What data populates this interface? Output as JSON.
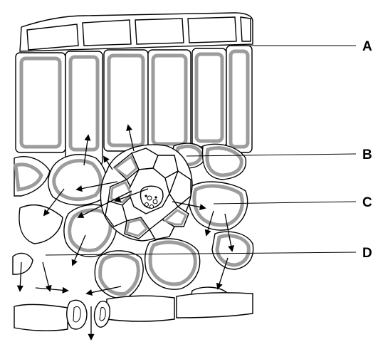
{
  "labels": [
    {
      "id": "A",
      "text": "A"
    },
    {
      "id": "B",
      "text": "B"
    },
    {
      "id": "C",
      "text": "C"
    },
    {
      "id": "D",
      "text": "D"
    }
  ]
}
